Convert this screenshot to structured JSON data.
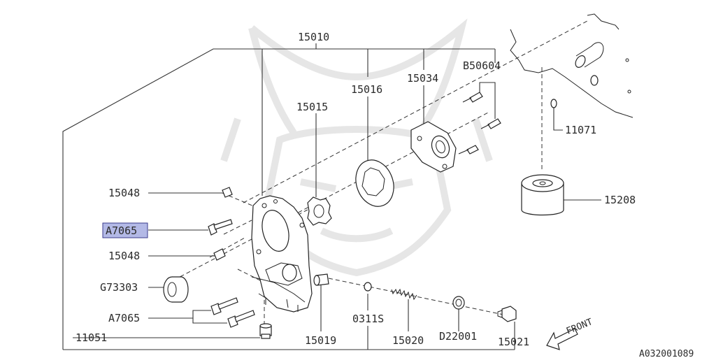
{
  "diagram_id": "A032001089",
  "front_label": "FRONT",
  "highlight_color": "#b3b9e6",
  "callouts": {
    "p15010": "15010",
    "p15015": "15015",
    "p15016": "15016",
    "p15034": "15034",
    "pB50604": "B50604",
    "p11071": "11071",
    "p15208": "15208",
    "p15048a": "15048",
    "pA7065a": "A7065",
    "p15048b": "15048",
    "pG73303": "G73303",
    "pA7065b": "A7065",
    "p11051": "11051",
    "p15019": "15019",
    "p0311S": "0311S",
    "p15020": "15020",
    "pD22001": "D22001",
    "p15021": "15021"
  }
}
